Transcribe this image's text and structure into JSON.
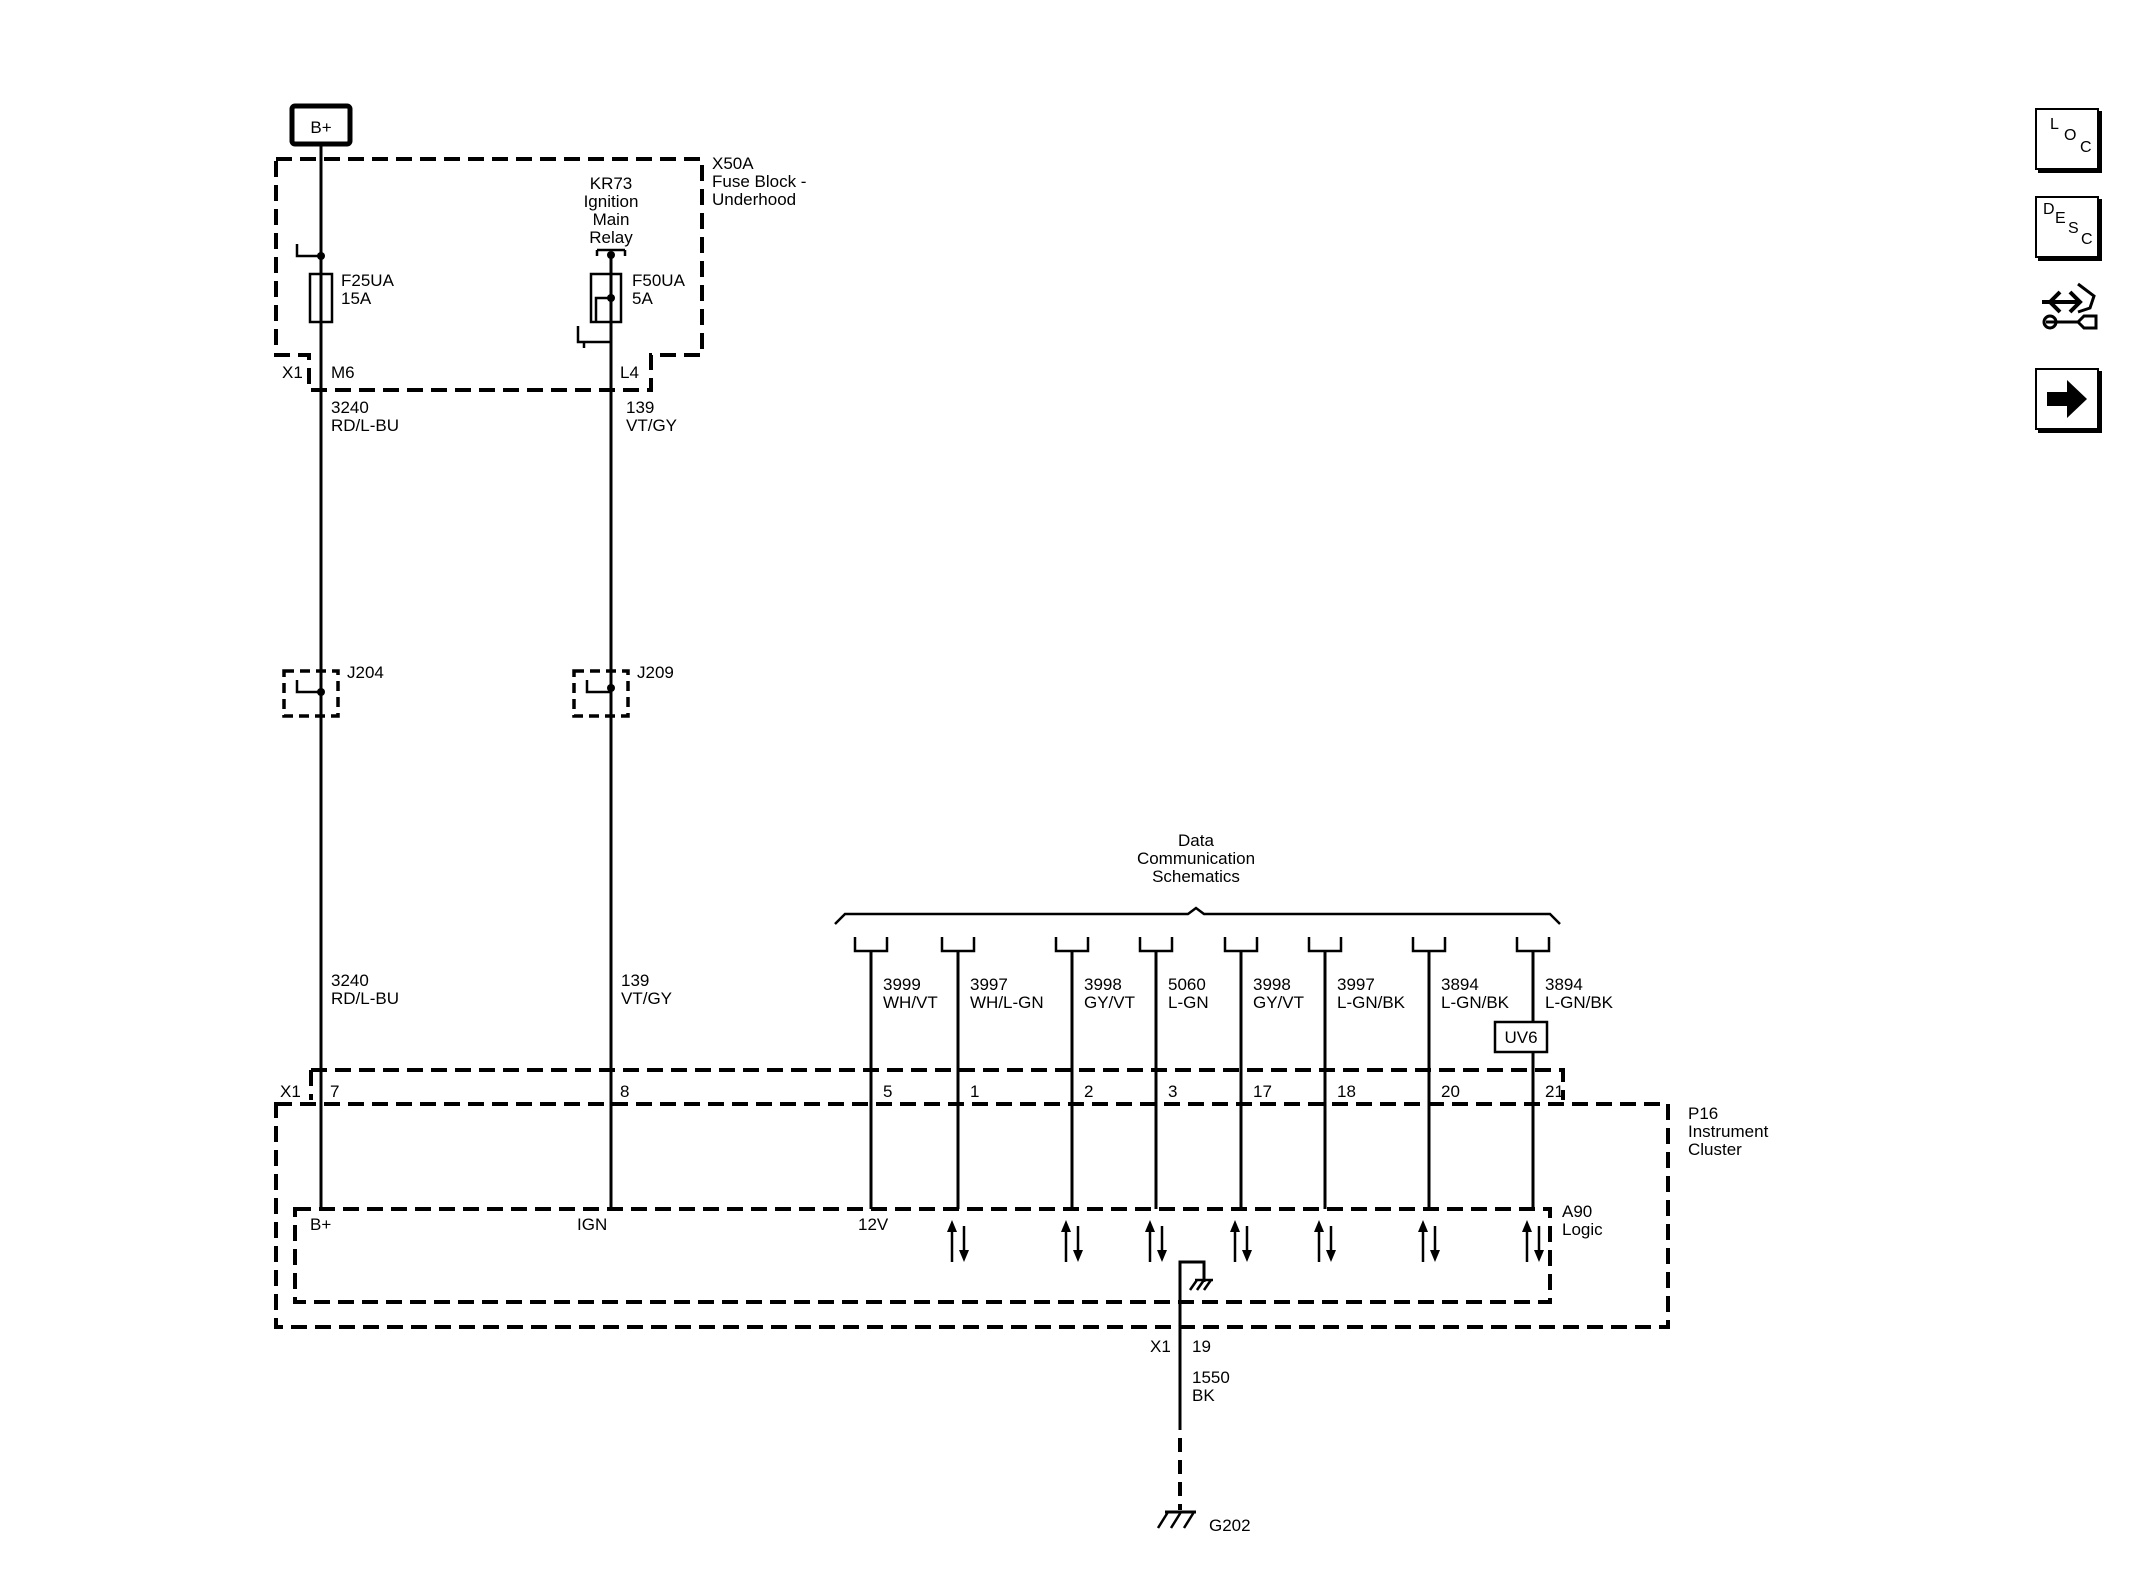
{
  "power": {
    "label": "B+"
  },
  "fuse_block": {
    "ref": "X50A",
    "name_line1": "Fuse Block -",
    "name_line2": "Underhood",
    "relay": {
      "ref": "KR73",
      "line1": "Ignition",
      "line2": "Main",
      "line3": "Relay"
    },
    "fuse1": {
      "ref": "F25UA",
      "rating": "15A"
    },
    "fuse2": {
      "ref": "F50UA",
      "rating": "5A"
    },
    "connector": "X1",
    "pin1": "M6",
    "pin2": "L4"
  },
  "wires_top": [
    {
      "circuit": "3240",
      "color": "RD/L-BU"
    },
    {
      "circuit": "139",
      "color": "VT/GY"
    }
  ],
  "splices": [
    "J204",
    "J209"
  ],
  "wires_mid": [
    {
      "circuit": "3240",
      "color": "RD/L-BU"
    },
    {
      "circuit": "139",
      "color": "VT/GY"
    }
  ],
  "data_comm": {
    "line1": "Data",
    "line2": "Communication",
    "line3": "Schematics"
  },
  "data_wires": [
    {
      "circuit": "3999",
      "color": "WH/VT",
      "pin": "5",
      "func": "12V"
    },
    {
      "circuit": "3997",
      "color": "WH/L-GN",
      "pin": "1"
    },
    {
      "circuit": "3998",
      "color": "GY/VT",
      "pin": "2"
    },
    {
      "circuit": "5060",
      "color": "L-GN",
      "pin": "3"
    },
    {
      "circuit": "3998",
      "color": "GY/VT",
      "pin": "17"
    },
    {
      "circuit": "3997",
      "color": "L-GN/BK",
      "pin": "18"
    },
    {
      "circuit": "3894",
      "color": "L-GN/BK",
      "pin": "20"
    },
    {
      "circuit": "3894",
      "color": "L-GN/BK",
      "pin": "21"
    }
  ],
  "uv6": "UV6",
  "cluster": {
    "connector": "X1",
    "pin_bplus": "7",
    "pin_ign": "8",
    "ref": "P16",
    "name_line1": "Instrument",
    "name_line2": "Cluster",
    "logic_ref": "A90",
    "logic_name": "Logic",
    "func_bplus": "B+",
    "func_ign": "IGN"
  },
  "ground": {
    "connector": "X1",
    "pin": "19",
    "circuit": "1550",
    "color": "BK",
    "ref": "G202"
  },
  "side_buttons": {
    "loc": {
      "l1": "L",
      "l2": "O",
      "l3": "C"
    },
    "desc": {
      "l1": "D",
      "l2": "E",
      "l3": "S",
      "l4": "C"
    }
  },
  "icons": [
    "loc-button-icon",
    "desc-button-icon",
    "connector-repair-icon",
    "next-page-arrow-icon"
  ]
}
